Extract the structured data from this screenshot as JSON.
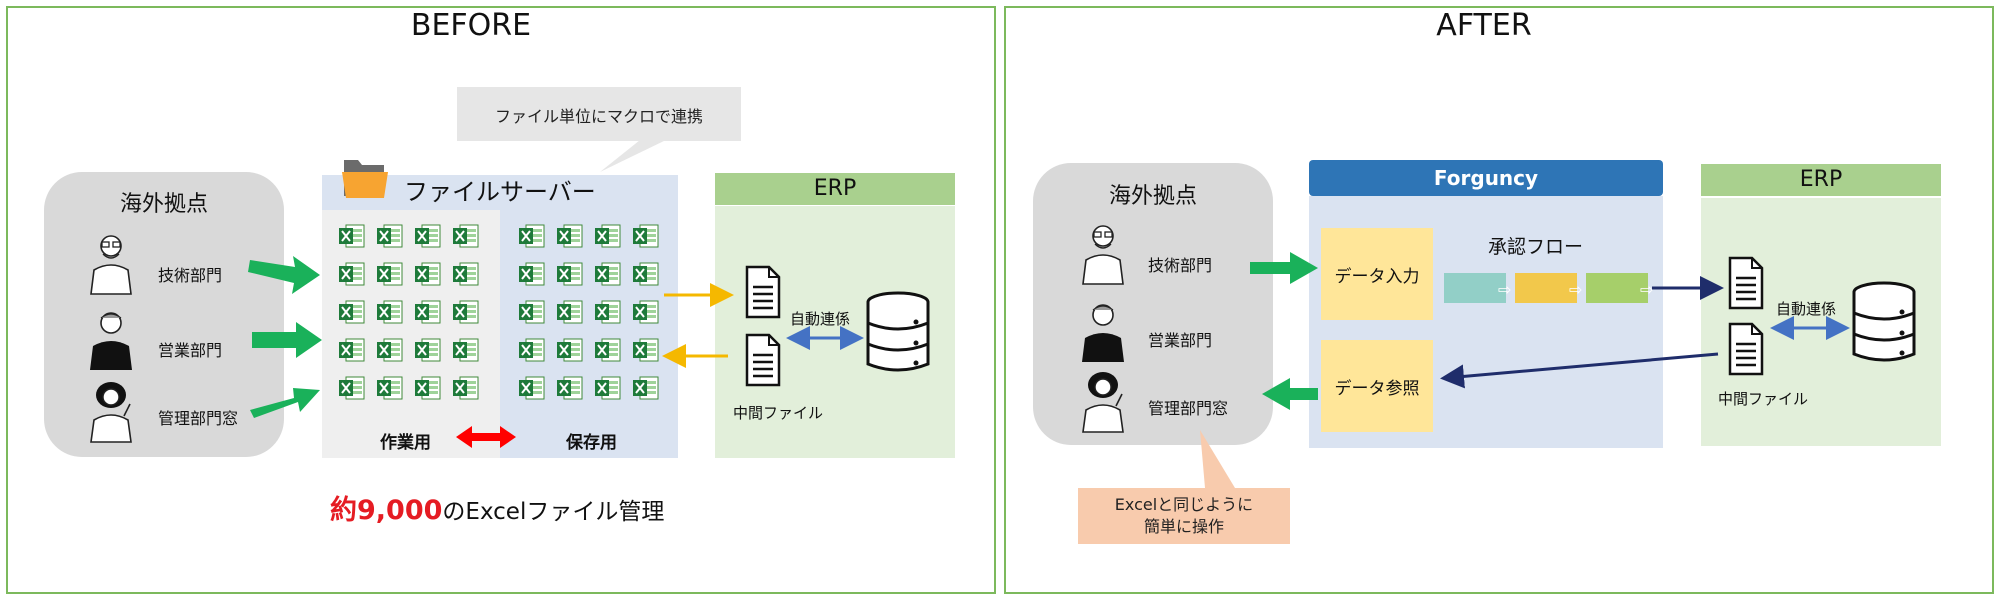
{
  "before": {
    "title": "BEFORE",
    "region": {
      "title": "海外拠点",
      "departments": [
        "技術部門",
        "営業部門",
        "管理部門窓"
      ]
    },
    "file_server": {
      "title": "ファイルサーバー",
      "work_label": "作業用",
      "save_label": "保存用"
    },
    "callout": "ファイル単位にマクロで連携",
    "erp": {
      "title": "ERP",
      "link_label": "自動連係",
      "file_label": "中間ファイル"
    },
    "summary": {
      "highlight": "約9,000",
      "rest": "のExcelファイル管理"
    }
  },
  "after": {
    "title": "AFTER",
    "region": {
      "title": "海外拠点",
      "departments": [
        "技術部門",
        "営業部門",
        "管理部門窓"
      ]
    },
    "forguncy": {
      "title": "Forguncy",
      "data_input": "データ入力",
      "data_reference": "データ参照",
      "approval_flow": "承認フロー"
    },
    "erp": {
      "title": "ERP",
      "link_label": "自動連係",
      "file_label": "中間ファイル"
    },
    "note": {
      "line1": "Excelと同じように",
      "line2": "簡単に操作"
    }
  },
  "colors": {
    "frame": "#7cb95c",
    "green_arrow": "#1ab15a",
    "red_arrow": "#ff0000",
    "gold_arrow": "#f5b800",
    "blue_arrow": "#4472c4",
    "navy_arrow": "#1f2d6b",
    "forguncy_header": "#2e75b6"
  },
  "icons": {
    "person": "person-icon",
    "folder": "folder-icon",
    "excel": "excel-file-icon",
    "document": "document-icon",
    "database": "database-icon"
  }
}
